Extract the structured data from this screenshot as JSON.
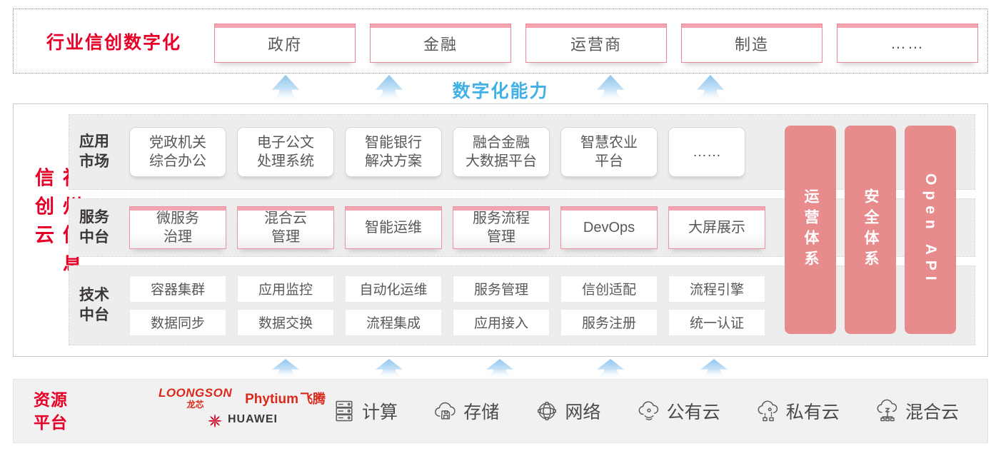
{
  "colors": {
    "brand_red": "#e60028",
    "bar_pink": "#e88b8d",
    "tab_border_pink": "#ee8899",
    "tab_strip_pink": "#f3a6b2",
    "capability_blue": "#41b1e5",
    "box_text_gray": "#595757"
  },
  "top_band": {
    "title": "行业信创数字化",
    "tabs": [
      "政府",
      "金融",
      "运营商",
      "制造",
      "……"
    ]
  },
  "capability_label": "数字化能力",
  "platform": {
    "vertical_title": "神州信息信创云",
    "rows": [
      {
        "label": "应用\n市场",
        "items": [
          "党政机关\n综合办公",
          "电子公文\n处理系统",
          "智能银行\n解决方案",
          "融合金融\n大数据平台",
          "智慧农业\n平台",
          "……"
        ]
      },
      {
        "label": "服务\n中台",
        "items": [
          "微服务\n治理",
          "混合云\n管理",
          "智能运维",
          "服务流程\n管理",
          "DevOps",
          "大屏展示"
        ]
      },
      {
        "label": "技术\n中台",
        "line1": [
          "容器集群",
          "应用监控",
          "自动化运维",
          "服务管理",
          "信创适配",
          "流程引擎"
        ],
        "line2": [
          "数据同步",
          "数据交换",
          "流程集成",
          "应用接入",
          "服务注册",
          "统一认证"
        ]
      }
    ],
    "side_bars": [
      "运营体系",
      "安全体系",
      "Open API"
    ]
  },
  "resource_band": {
    "title": "资源\n平台",
    "logos": {
      "loongson": "LOONGSON",
      "loongson_sub": "龙芯",
      "phytium": "Phytium",
      "phytium_sub": "飞腾",
      "huawei": "HUAWEI"
    },
    "items": [
      {
        "icon": "compute-icon",
        "label": "计算"
      },
      {
        "icon": "storage-icon",
        "label": "存储"
      },
      {
        "icon": "network-icon",
        "label": "网络"
      },
      {
        "icon": "public-cloud-icon",
        "label": "公有云"
      },
      {
        "icon": "private-cloud-icon",
        "label": "私有云"
      },
      {
        "icon": "hybrid-cloud-icon",
        "label": "混合云"
      }
    ]
  }
}
